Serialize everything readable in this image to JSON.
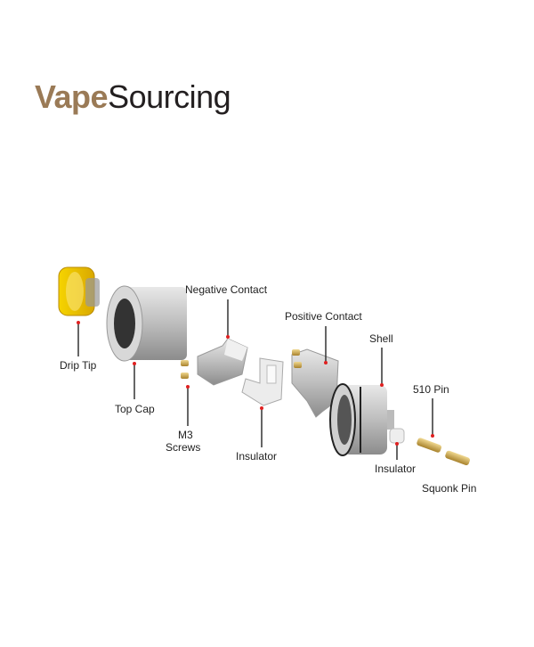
{
  "logo": {
    "part1": "Vape",
    "part2": "Sourcing",
    "colors": {
      "vape": "#9a7a56",
      "sourcing": "#231f20"
    }
  },
  "labels": {
    "drip_tip": "Drip Tip",
    "top_cap": "Top Cap",
    "negative_contact": "Negative Contact",
    "m3": "M3",
    "screws": "Screws",
    "insulator_1": "Insulator",
    "positive_contact": "Positive Contact",
    "shell": "Shell",
    "insulator_2": "Insulator",
    "pin_510": "510 Pin",
    "squonk_pin": "Squonk Pin"
  },
  "colors": {
    "leader_dot": "#e02020",
    "drip_tip": "#f2c200",
    "metal": "#c9c9c9",
    "brass": "#c9a544"
  }
}
